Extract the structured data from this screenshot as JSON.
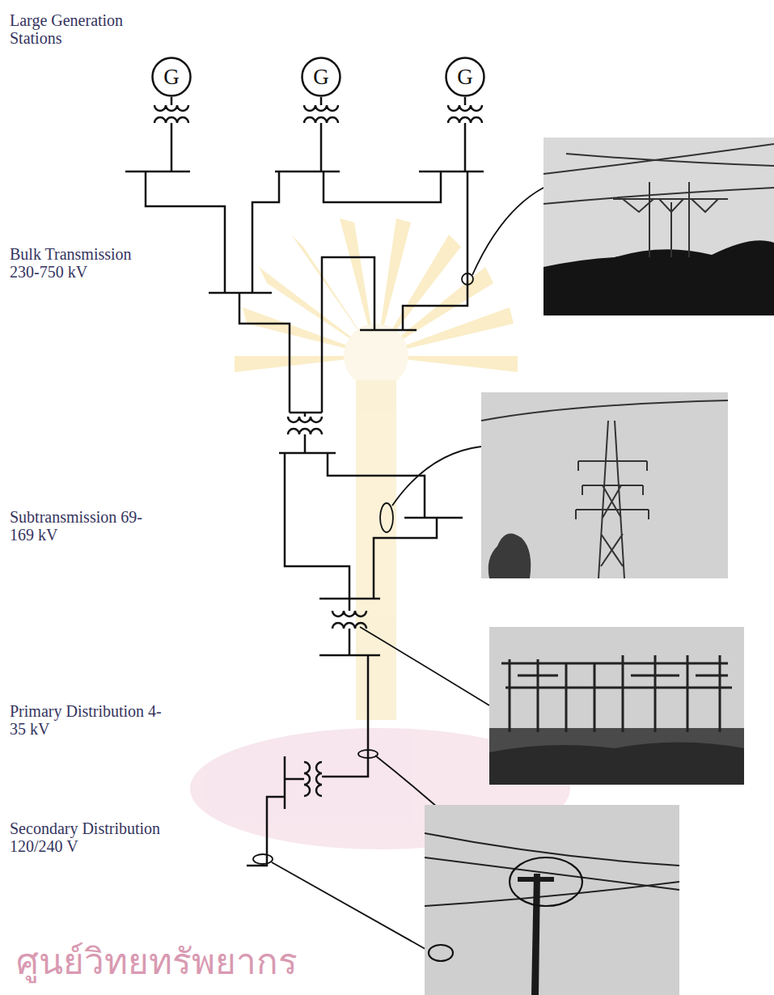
{
  "diagram": {
    "nodes": [
      {
        "text": [
          "G"
        ]
      },
      {
        "text": [
          "G"
        ]
      },
      {
        "text": [
          "G"
        ]
      }
    ],
    "labels": [
      "Large Generation Stations",
      "Bulk Transmission 230-750 kV",
      "Subtransmission 69-169 kV",
      "Primary Distribution 4-35 kV",
      "Secondary Distribution 120/240 V",
      "ศูนย์วิทยทรัพยากร"
    ]
  }
}
